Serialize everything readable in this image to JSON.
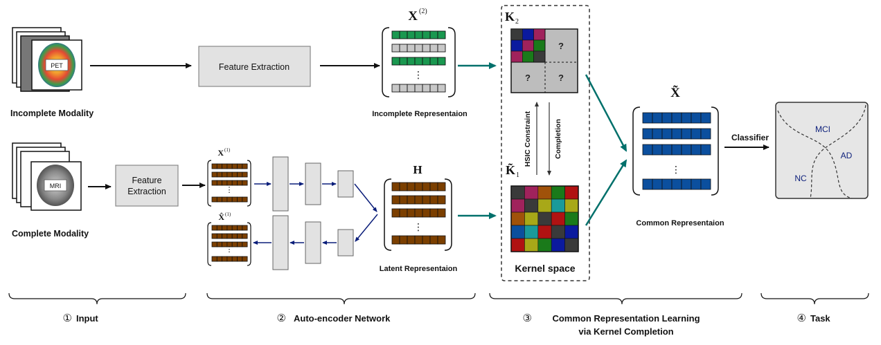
{
  "input": {
    "incomplete_modality_label": "Incomplete Modality",
    "complete_modality_label": "Complete Modality",
    "pet_label": "PET",
    "mri_label": "MRI"
  },
  "feature_extraction": {
    "top_label": "Feature Extraction",
    "bottom_line1": "Feature",
    "bottom_line2": "Extraction"
  },
  "representations": {
    "x2_symbol": "X",
    "x2_superscript": "(2)",
    "incomplete_label": "Incomplete Representaion",
    "x1_symbol": "X",
    "x1_superscript": "(1)",
    "x1hat_symbol": "X̂",
    "x1hat_superscript": "(1)",
    "h_symbol": "H",
    "latent_label": "Latent Representaion",
    "vdots": "⋮"
  },
  "kernel": {
    "k2_symbol": "K",
    "k2_subscript": "2",
    "k1_symbol": "K̃",
    "k1_subscript": "1",
    "question_mark": "?",
    "hsic_label": "HSIC Constraint",
    "completion_label": "Completion",
    "kernel_space_label": "Kernel space"
  },
  "common": {
    "xtilde_symbol": "X̃",
    "label": "Common Representaion"
  },
  "task": {
    "classifier_label": "Classifier",
    "mci": "MCI",
    "ad": "AD",
    "nc": "NC"
  },
  "stages": [
    {
      "num": "①",
      "label": "Input"
    },
    {
      "num": "②",
      "label": "Auto-encoder Network"
    },
    {
      "num": "③",
      "label": "Common Representation Learning",
      "label2": "via Kernel Completion"
    },
    {
      "num": "④",
      "label": "Task"
    }
  ],
  "colors": {
    "green": "#1a9850",
    "brown": "#7b3f00",
    "blue": "#0b4f9e",
    "teal_arrow": "#00706b",
    "navy_arrow": "#0b1e7a",
    "gray_block": "#e2e2e2"
  }
}
